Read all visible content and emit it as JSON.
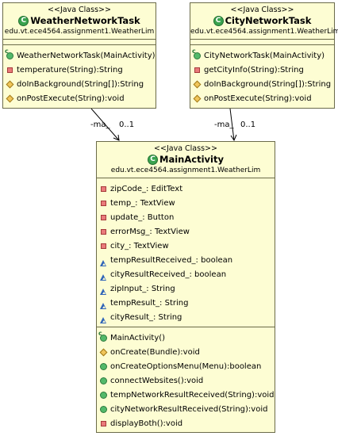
{
  "classes": {
    "weather": {
      "stereotype": "<<Java Class>>",
      "name": "WeatherNetworkTask",
      "package": "edu.vt.ece4564.assignment1.WeatherLim",
      "attributes": [],
      "methods": [
        {
          "vis": "constructor",
          "text": "WeatherNetworkTask(MainActivity)"
        },
        {
          "vis": "private",
          "text": "temperature(String):String"
        },
        {
          "vis": "protected",
          "text": "doInBackground(String[]):String"
        },
        {
          "vis": "protected",
          "text": "onPostExecute(String):void"
        }
      ]
    },
    "city": {
      "stereotype": "<<Java Class>>",
      "name": "CityNetworkTask",
      "package": "edu.vt.ece4564.assignment1.WeatherLim",
      "attributes": [],
      "methods": [
        {
          "vis": "constructor",
          "text": "CityNetworkTask(MainActivity)"
        },
        {
          "vis": "private",
          "text": "getCityInfo(String):String"
        },
        {
          "vis": "protected",
          "text": "doInBackground(String[]):String"
        },
        {
          "vis": "protected",
          "text": "onPostExecute(String):void"
        }
      ]
    },
    "main": {
      "stereotype": "<<Java Class>>",
      "name": "MainActivity",
      "package": "edu.vt.ece4564.assignment1.WeatherLim",
      "attributes": [
        {
          "vis": "private",
          "text": "zipCode_: EditText"
        },
        {
          "vis": "private",
          "text": "temp_: TextView"
        },
        {
          "vis": "private",
          "text": "update_: Button"
        },
        {
          "vis": "private",
          "text": "errorMsg_: TextView"
        },
        {
          "vis": "private",
          "text": "city_: TextView"
        },
        {
          "vis": "package",
          "text": "tempResultReceived_: boolean"
        },
        {
          "vis": "package",
          "text": "cityResultReceived_: boolean"
        },
        {
          "vis": "package",
          "text": "zipInput_: String"
        },
        {
          "vis": "package",
          "text": "tempResult_: String"
        },
        {
          "vis": "package",
          "text": "cityResult_: String"
        }
      ],
      "methods": [
        {
          "vis": "constructor",
          "text": "MainActivity()"
        },
        {
          "vis": "protected",
          "text": "onCreate(Bundle):void"
        },
        {
          "vis": "public",
          "text": "onCreateOptionsMenu(Menu):boolean"
        },
        {
          "vis": "public",
          "text": "connectWebsites():void"
        },
        {
          "vis": "public",
          "text": "tempNetworkResultReceived(String):void"
        },
        {
          "vis": "public",
          "text": "cityNetworkResultReceived(String):void"
        },
        {
          "vis": "private",
          "text": "displayBoth():void"
        }
      ]
    }
  },
  "associations": {
    "weather_to_main": {
      "role": "-ma_",
      "multiplicity": "0..1"
    },
    "city_to_main": {
      "role": "-ma_",
      "multiplicity": "0..1"
    }
  },
  "class_icon_letter": "C",
  "colors": {
    "class_fill": "#fdfdd3",
    "private": "#e97a7a",
    "protected": "#f1c65a",
    "public": "#53b96a",
    "package": "#2f64b8"
  }
}
